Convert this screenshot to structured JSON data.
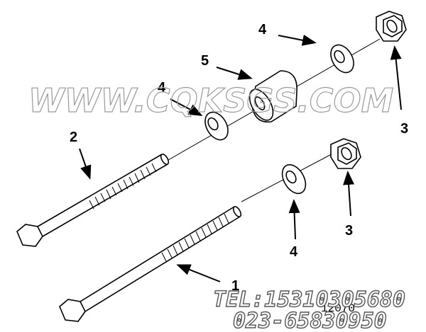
{
  "diagram": {
    "callouts": {
      "washer_top": "4",
      "spacer": "5",
      "washer_mid": "4",
      "nut_top": "3",
      "capscrew_long": "2",
      "nut_bottom": "3",
      "washer_bottom": "4",
      "capscrew_bottom": "1"
    },
    "part_number": "12070"
  },
  "watermark": {
    "site": "WWW.CQKSGS.COM",
    "tel": "TEL:15310305680",
    "phone": "023-65830950"
  },
  "colors": {
    "line": "#000000",
    "watermark": "#9a9a9a",
    "background": "#ffffff"
  }
}
